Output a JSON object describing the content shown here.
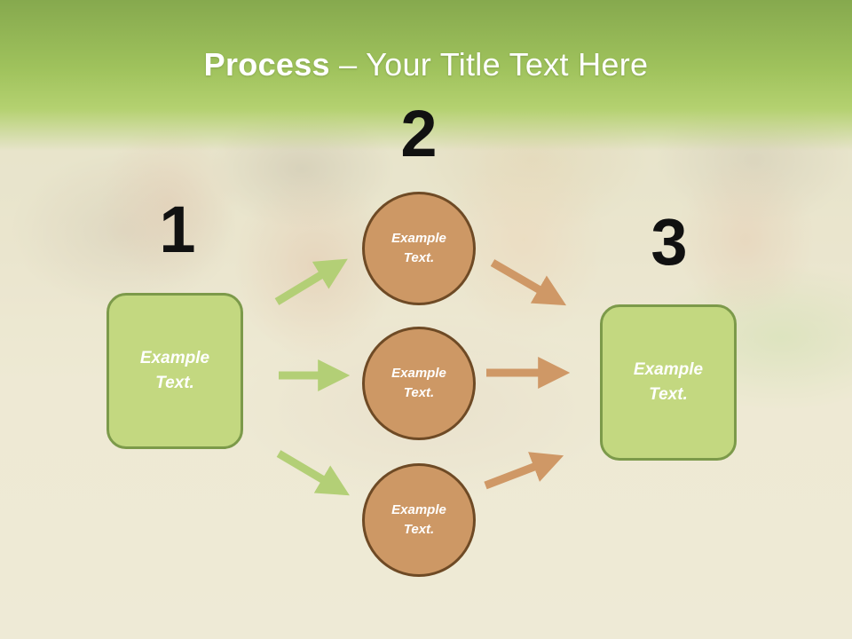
{
  "title": {
    "bold": "Process",
    "rest": " – Your Title Text Here"
  },
  "steps": [
    {
      "number": "1"
    },
    {
      "number": "2"
    },
    {
      "number": "3"
    }
  ],
  "left_box": {
    "label": "Example Text."
  },
  "middle_circles": [
    {
      "label": "Example Text."
    },
    {
      "label": "Example Text."
    },
    {
      "label": "Example Text."
    }
  ],
  "right_box": {
    "label": "Example Text."
  },
  "colors": {
    "title_band": "#9fc25c",
    "box_fill": "#c3d880",
    "box_border": "#7c9a4a",
    "circle_fill": "#cd9865",
    "circle_border": "#6e4a25",
    "green_arrow": "#b3cf76",
    "brown_arrow": "#cf9866"
  }
}
